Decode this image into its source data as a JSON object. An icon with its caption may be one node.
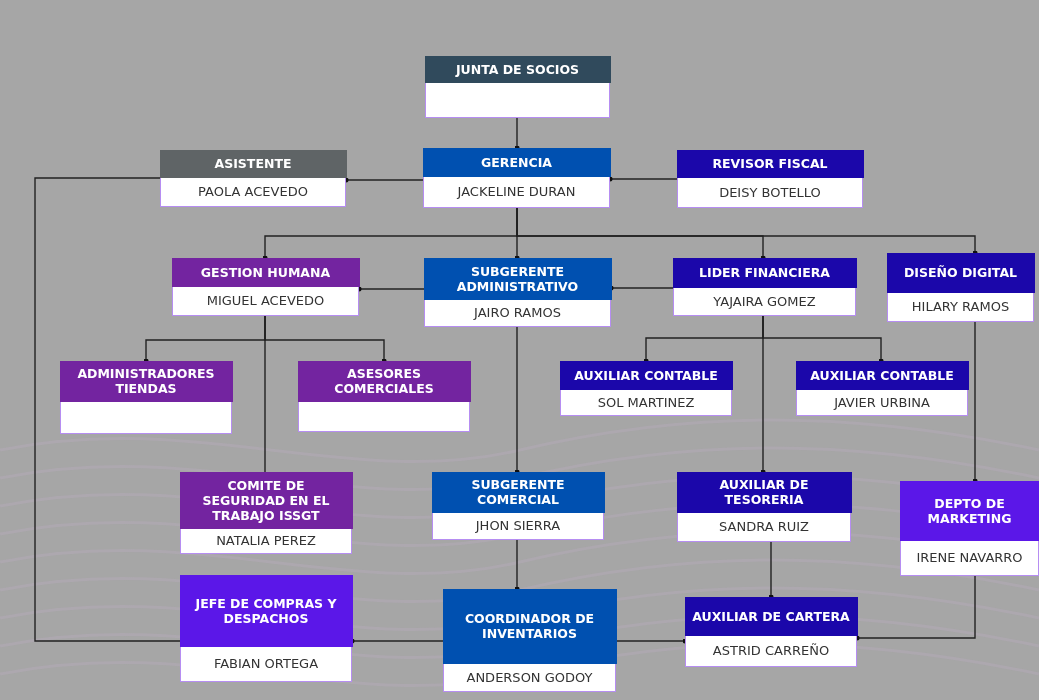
{
  "diagram": {
    "nodes": [
      {
        "text": [
          "JUNTA DE SOCIOS"
        ]
      },
      {
        "text": [
          "ASISTENTE",
          "PAOLA ACEVEDO"
        ]
      },
      {
        "text": [
          "GERENCIA",
          "JACKELINE DURAN"
        ]
      },
      {
        "text": [
          "REVISOR FISCAL",
          "DEISY BOTELLO"
        ]
      },
      {
        "text": [
          "GESTION HUMANA",
          "MIGUEL ACEVEDO"
        ]
      },
      {
        "text": [
          "SUBGERENTE ADMINISTRATIVO",
          "JAIRO RAMOS"
        ]
      },
      {
        "text": [
          "LIDER FINANCIERA",
          "YAJAIRA GOMEZ"
        ]
      },
      {
        "text": [
          "DISEÑO DIGITAL",
          "HILARY RAMOS"
        ]
      },
      {
        "text": [
          "ADMINISTRADORES TIENDAS"
        ]
      },
      {
        "text": [
          "ASESORES COMERCIALES"
        ]
      },
      {
        "text": [
          "AUXILIAR CONTABLE",
          "SOL MARTINEZ"
        ]
      },
      {
        "text": [
          "AUXILIAR CONTABLE",
          "JAVIER URBINA"
        ]
      },
      {
        "text": [
          "COMITE DE SEGURIDAD EN EL TRABAJO ISSGT",
          "NATALIA PEREZ"
        ]
      },
      {
        "text": [
          "SUBGERENTE COMERCIAL",
          "JHON SIERRA"
        ]
      },
      {
        "text": [
          "AUXILIAR DE TESORERIA",
          "SANDRA RUIZ"
        ]
      },
      {
        "text": [
          "DEPTO DE MARKETING",
          "IRENE NAVARRO"
        ]
      },
      {
        "text": [
          "JEFE DE COMPRAS Y DESPACHOS",
          "FABIAN ORTEGA"
        ]
      },
      {
        "text": [
          "COORDINADOR DE INVENTARIOS",
          "ANDERSON GODOY"
        ]
      },
      {
        "text": [
          "AUXILIAR DE CARTERA",
          "ASTRID CARREÑO"
        ]
      }
    ],
    "edges": [
      {
        "from": 0,
        "to": 2,
        "arrow": "other"
      },
      {
        "from": 2,
        "to": 1,
        "arrow": "other"
      },
      {
        "from": 3,
        "to": 2,
        "arrow": "other"
      },
      {
        "from": 2,
        "to": 4,
        "arrow": "other"
      },
      {
        "from": 2,
        "to": 5,
        "arrow": "other"
      },
      {
        "from": 2,
        "to": 6,
        "arrow": "other"
      },
      {
        "from": 2,
        "to": 7,
        "arrow": "other"
      },
      {
        "from": 5,
        "to": 4,
        "arrow": "other"
      },
      {
        "from": 6,
        "to": 5,
        "arrow": "other"
      },
      {
        "from": 4,
        "to": 8,
        "arrow": "other"
      },
      {
        "from": 4,
        "to": 9,
        "arrow": "other"
      },
      {
        "from": 4,
        "to": 12,
        "arrow": "none"
      },
      {
        "from": 6,
        "to": 10,
        "arrow": "other"
      },
      {
        "from": 6,
        "to": 11,
        "arrow": "other"
      },
      {
        "from": 6,
        "to": 14,
        "arrow": "other"
      },
      {
        "from": 5,
        "to": 13,
        "arrow": "other"
      },
      {
        "from": 13,
        "to": 17,
        "arrow": "other"
      },
      {
        "from": 14,
        "to": 18,
        "arrow": "other"
      },
      {
        "from": 7,
        "to": 15,
        "arrow": "other"
      },
      {
        "from": 17,
        "to": 16,
        "arrow": "other"
      },
      {
        "from": 17,
        "to": 18,
        "arrow": "other"
      },
      {
        "from": 15,
        "to": 18,
        "arrow": "other"
      },
      {
        "from": 1,
        "to": 16,
        "arrow": "none"
      }
    ]
  }
}
